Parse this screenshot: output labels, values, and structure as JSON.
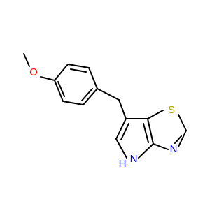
{
  "molecule": {
    "atoms": {
      "oxygen": "O",
      "sulfur": "S",
      "nitrogen": "N",
      "nh": "N",
      "nh_h": "H"
    },
    "colors": {
      "bond": "#000000",
      "oxygen": "#ff0000",
      "sulfur": "#b2a100",
      "nitrogen": "#0000ff"
    }
  }
}
